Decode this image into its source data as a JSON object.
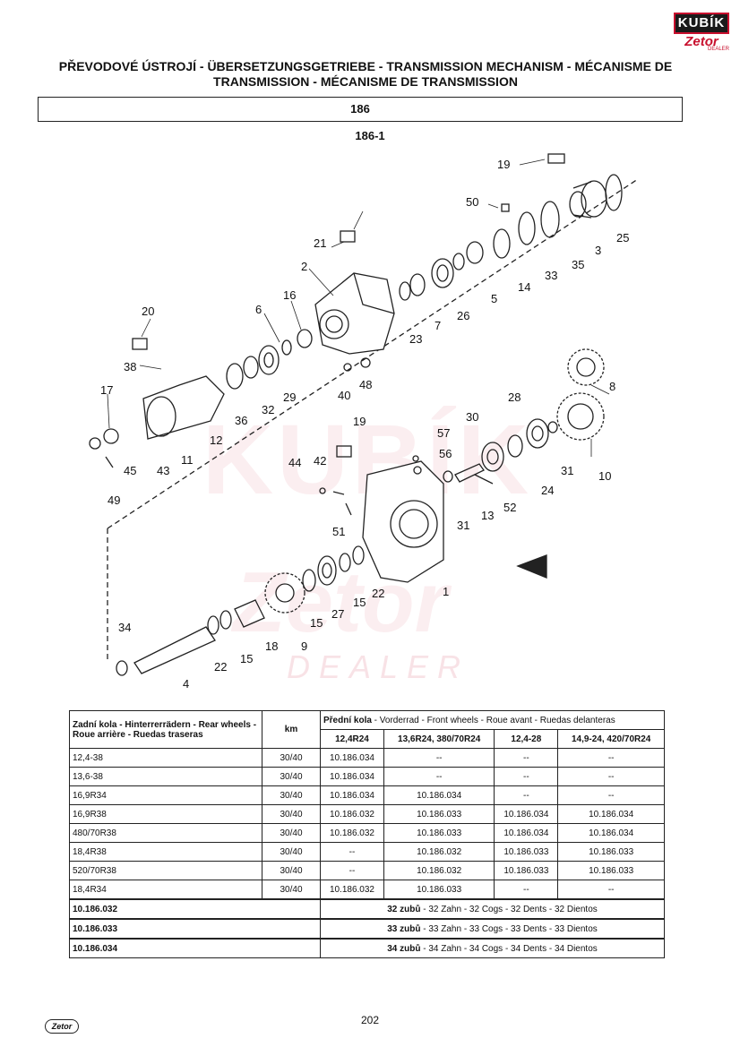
{
  "logo": {
    "brand": "KUBÍK",
    "make": "Zetor",
    "sub": "DEALER"
  },
  "title_line1": "PŘEVODOVÉ ÚSTROJÍ - ÜBERSETZUNGSGETRIEBE - TRANSMISSION MECHANISM - MÉCANISME DE",
  "title_line2": "TRANSMISSION - MÉCANISME DE TRANSMISSION",
  "section": "186",
  "subsection": "186-1",
  "watermark": {
    "brand": "KUBÍK",
    "make": "Zetor",
    "dealer": "DEALER"
  },
  "callouts": [
    "19",
    "50",
    "21",
    "2",
    "16",
    "6",
    "23",
    "7",
    "26",
    "5",
    "14",
    "33",
    "35",
    "3",
    "25",
    "20",
    "38",
    "17",
    "36",
    "32",
    "29",
    "12",
    "11",
    "43",
    "45",
    "49",
    "40",
    "48",
    "28",
    "8",
    "30",
    "31",
    "10",
    "24",
    "19",
    "57",
    "56",
    "44",
    "42",
    "13",
    "52",
    "31",
    "51",
    "22",
    "1",
    "15",
    "27",
    "15",
    "9",
    "34",
    "22",
    "15",
    "18",
    "4"
  ],
  "table": {
    "rear_header": "Zadní kola - Hinterrerrädern - Rear wheels - Roue arrière - Ruedas traseras",
    "km_header": "km",
    "front_header_bold": "Přední kola",
    "front_header_rest": " - Vorderrad - Front wheels - Roue avant - Ruedas delanteras",
    "front_cols": [
      "12,4R24",
      "13,6R24,  380/70R24",
      "12,4-28",
      "14,9-24,  420/70R24"
    ],
    "rows": [
      {
        "rear": "12,4-38",
        "km": "30/40",
        "v": [
          "10.186.034",
          "--",
          "--",
          "--"
        ]
      },
      {
        "rear": "13,6-38",
        "km": "30/40",
        "v": [
          "10.186.034",
          "--",
          "--",
          "--"
        ]
      },
      {
        "rear": "16,9R34",
        "km": "30/40",
        "v": [
          "10.186.034",
          "10.186.034",
          "--",
          "--"
        ]
      },
      {
        "rear": "16,9R38",
        "km": "30/40",
        "v": [
          "10.186.032",
          "10.186.033",
          "10.186.034",
          "10.186.034"
        ]
      },
      {
        "rear": "480/70R38",
        "km": "30/40",
        "v": [
          "10.186.032",
          "10.186.033",
          "10.186.034",
          "10.186.034"
        ]
      },
      {
        "rear": "18,4R38",
        "km": "30/40",
        "v": [
          "--",
          "10.186.032",
          "10.186.033",
          "10.186.033"
        ]
      },
      {
        "rear": "520/70R38",
        "km": "30/40",
        "v": [
          "--",
          "10.186.032",
          "10.186.033",
          "10.186.033"
        ]
      },
      {
        "rear": "18,4R34",
        "km": "30/40",
        "v": [
          "10.186.032",
          "10.186.033",
          "--",
          "--"
        ]
      }
    ],
    "teeth": [
      {
        "part": "10.186.032",
        "bold": "32 zubů",
        "rest": " - 32 Zahn - 32 Cogs - 32 Dents - 32 Dientos"
      },
      {
        "part": "10.186.033",
        "bold": "33 zubů",
        "rest": " - 33 Zahn - 33 Cogs - 33 Dents - 33 Dientos"
      },
      {
        "part": "10.186.034",
        "bold": "34 zubů",
        "rest": " - 34 Zahn - 34 Cogs - 34 Dents - 34 Dientos"
      }
    ]
  },
  "footer": {
    "logo": "Zetor",
    "page": "202"
  }
}
